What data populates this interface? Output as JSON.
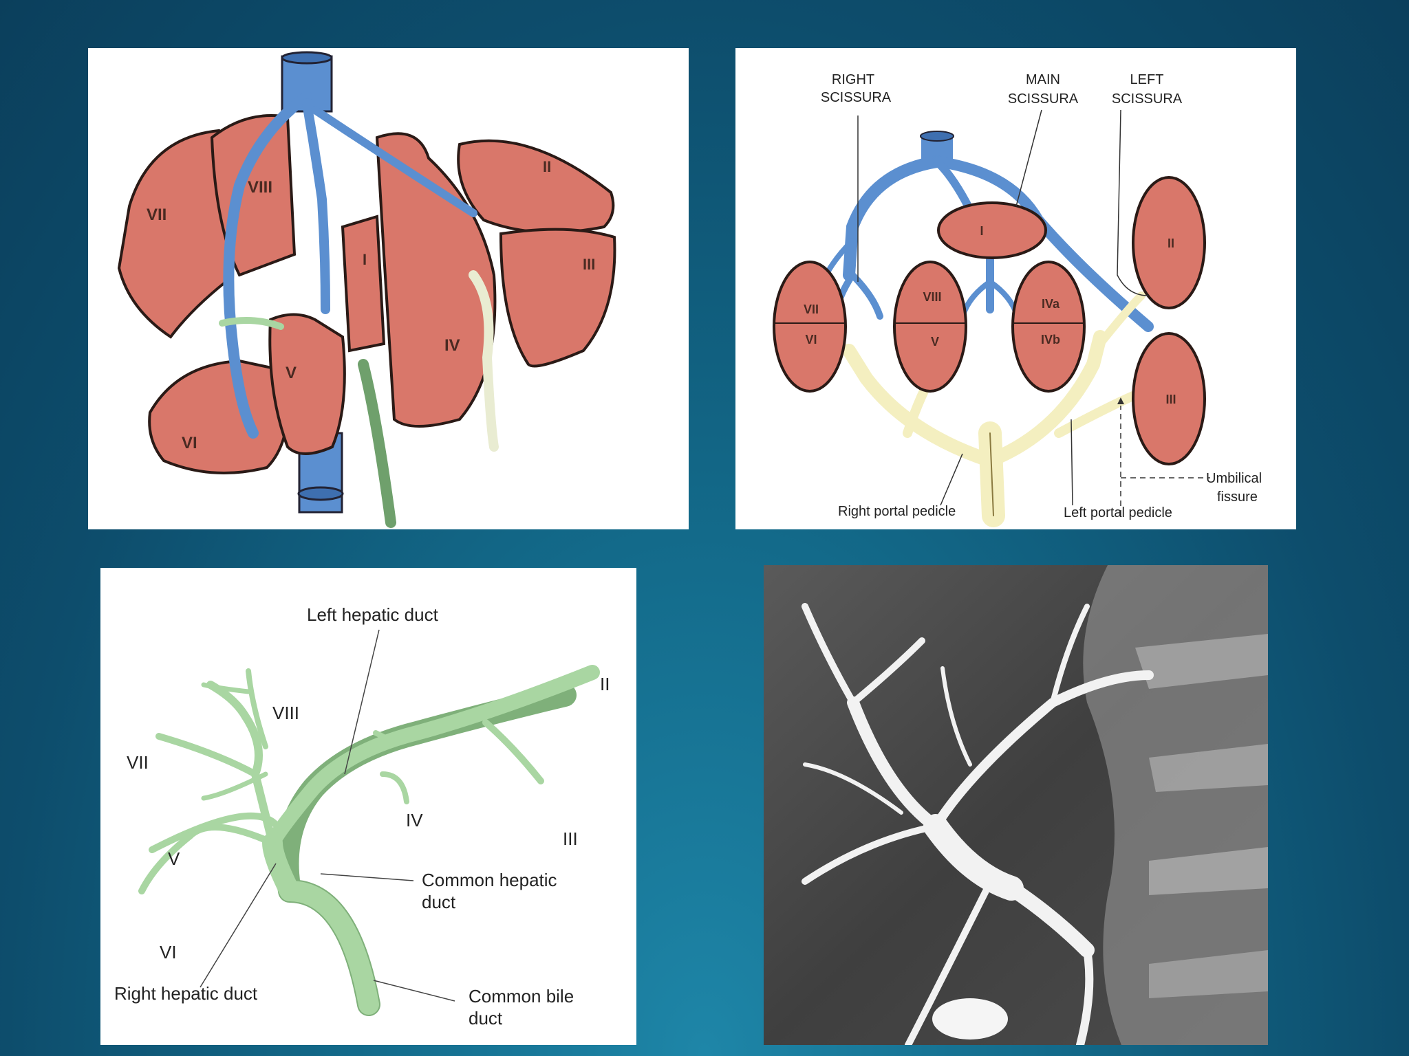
{
  "panel_a": {
    "segments": [
      "VII",
      "VIII",
      "I",
      "II",
      "III",
      "IV",
      "V",
      "VI"
    ]
  },
  "panel_b": {
    "labels": {
      "right_scissura": [
        "RIGHT",
        "SCISSURA"
      ],
      "main_scissura": [
        "MAIN",
        "SCISSURA"
      ],
      "left_scissura": [
        "LEFT",
        "SCISSURA"
      ],
      "right_portal_pedicle": "Right portal pedicle",
      "left_portal_pedicle": "Left portal pedicle",
      "umbilical_fissure": [
        "Umbilical",
        "fissure"
      ]
    },
    "segments": [
      "I",
      "VII",
      "VI",
      "VIII",
      "V",
      "IVa",
      "IVb",
      "II",
      "III"
    ]
  },
  "panel_c": {
    "labels": {
      "left_hepatic_duct": "Left hepatic duct",
      "common_hepatic_duct": [
        "Common hepatic",
        "duct"
      ],
      "right_hepatic_duct": "Right hepatic duct",
      "common_bile_duct": [
        "Common bile",
        "duct"
      ]
    },
    "segments": [
      "II",
      "VIII",
      "VII",
      "IV",
      "III",
      "V",
      "VI"
    ]
  },
  "colors": {
    "liver": "#d9776a",
    "vein": "#5b8fd0",
    "portal": "#f4efc0",
    "duct": "#a9d6a2"
  }
}
